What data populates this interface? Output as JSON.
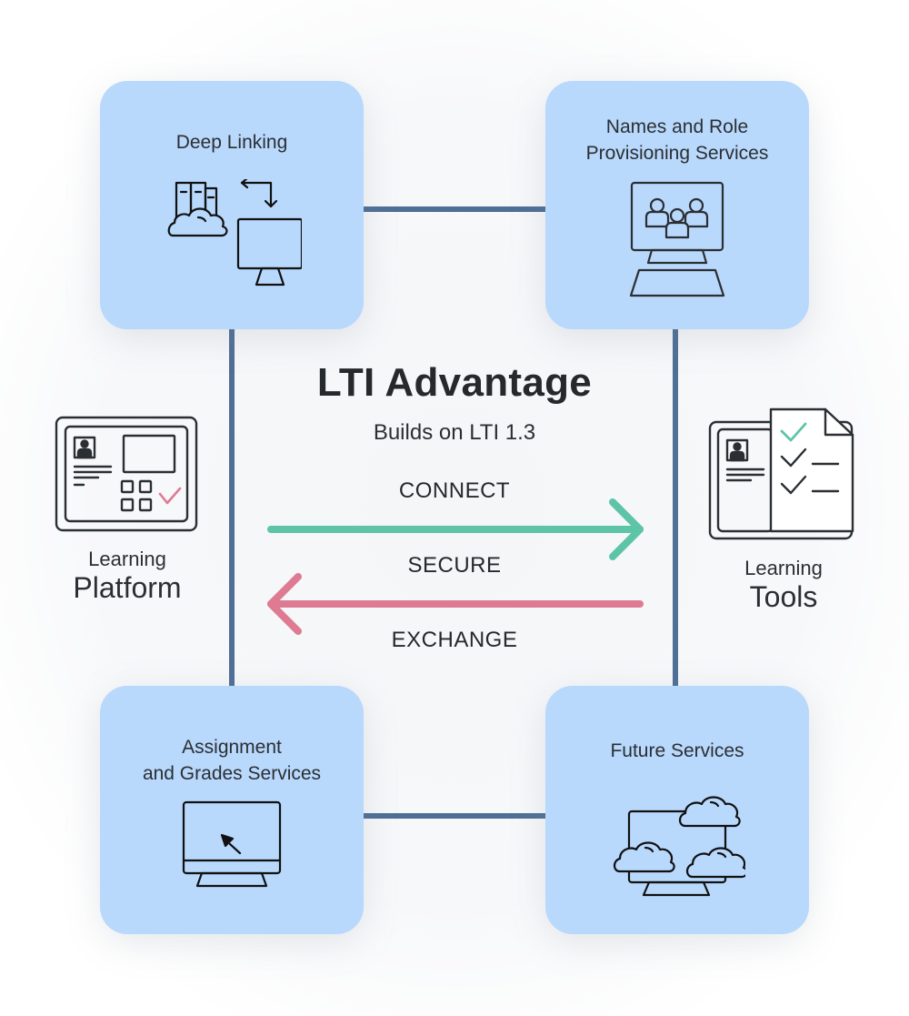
{
  "title": "LTI Advantage",
  "subtitle": "Builds on LTI 1.3",
  "flow": {
    "connect": "CONNECT",
    "secure": "SECURE",
    "exchange": "EXCHANGE",
    "arrow_right_color": "#5ec4a8",
    "arrow_left_color": "#de7b93"
  },
  "cards": {
    "top_left": {
      "title": "Deep Linking",
      "icon": "cloud-server-to-monitor-icon"
    },
    "top_right": {
      "title": "Names and Role\nProvisioning Services",
      "icon": "group-on-monitor-icon"
    },
    "bottom_left": {
      "title": "Assignment\nand Grades Services",
      "icon": "monitor-cursor-icon"
    },
    "bottom_right": {
      "title": "Future Services",
      "icon": "monitor-clouds-icon"
    }
  },
  "sides": {
    "platform": {
      "line1": "Learning",
      "line2": "Platform",
      "icon": "dashboard-tablet-icon"
    },
    "tools": {
      "line1": "Learning",
      "line2": "Tools",
      "icon": "checklist-document-icon"
    }
  },
  "colors": {
    "card_bg": "#b8d8fc",
    "connector": "#4f6f96",
    "text": "#26292c",
    "check_green": "#5ec4a8",
    "check_pink": "#de7b93"
  }
}
